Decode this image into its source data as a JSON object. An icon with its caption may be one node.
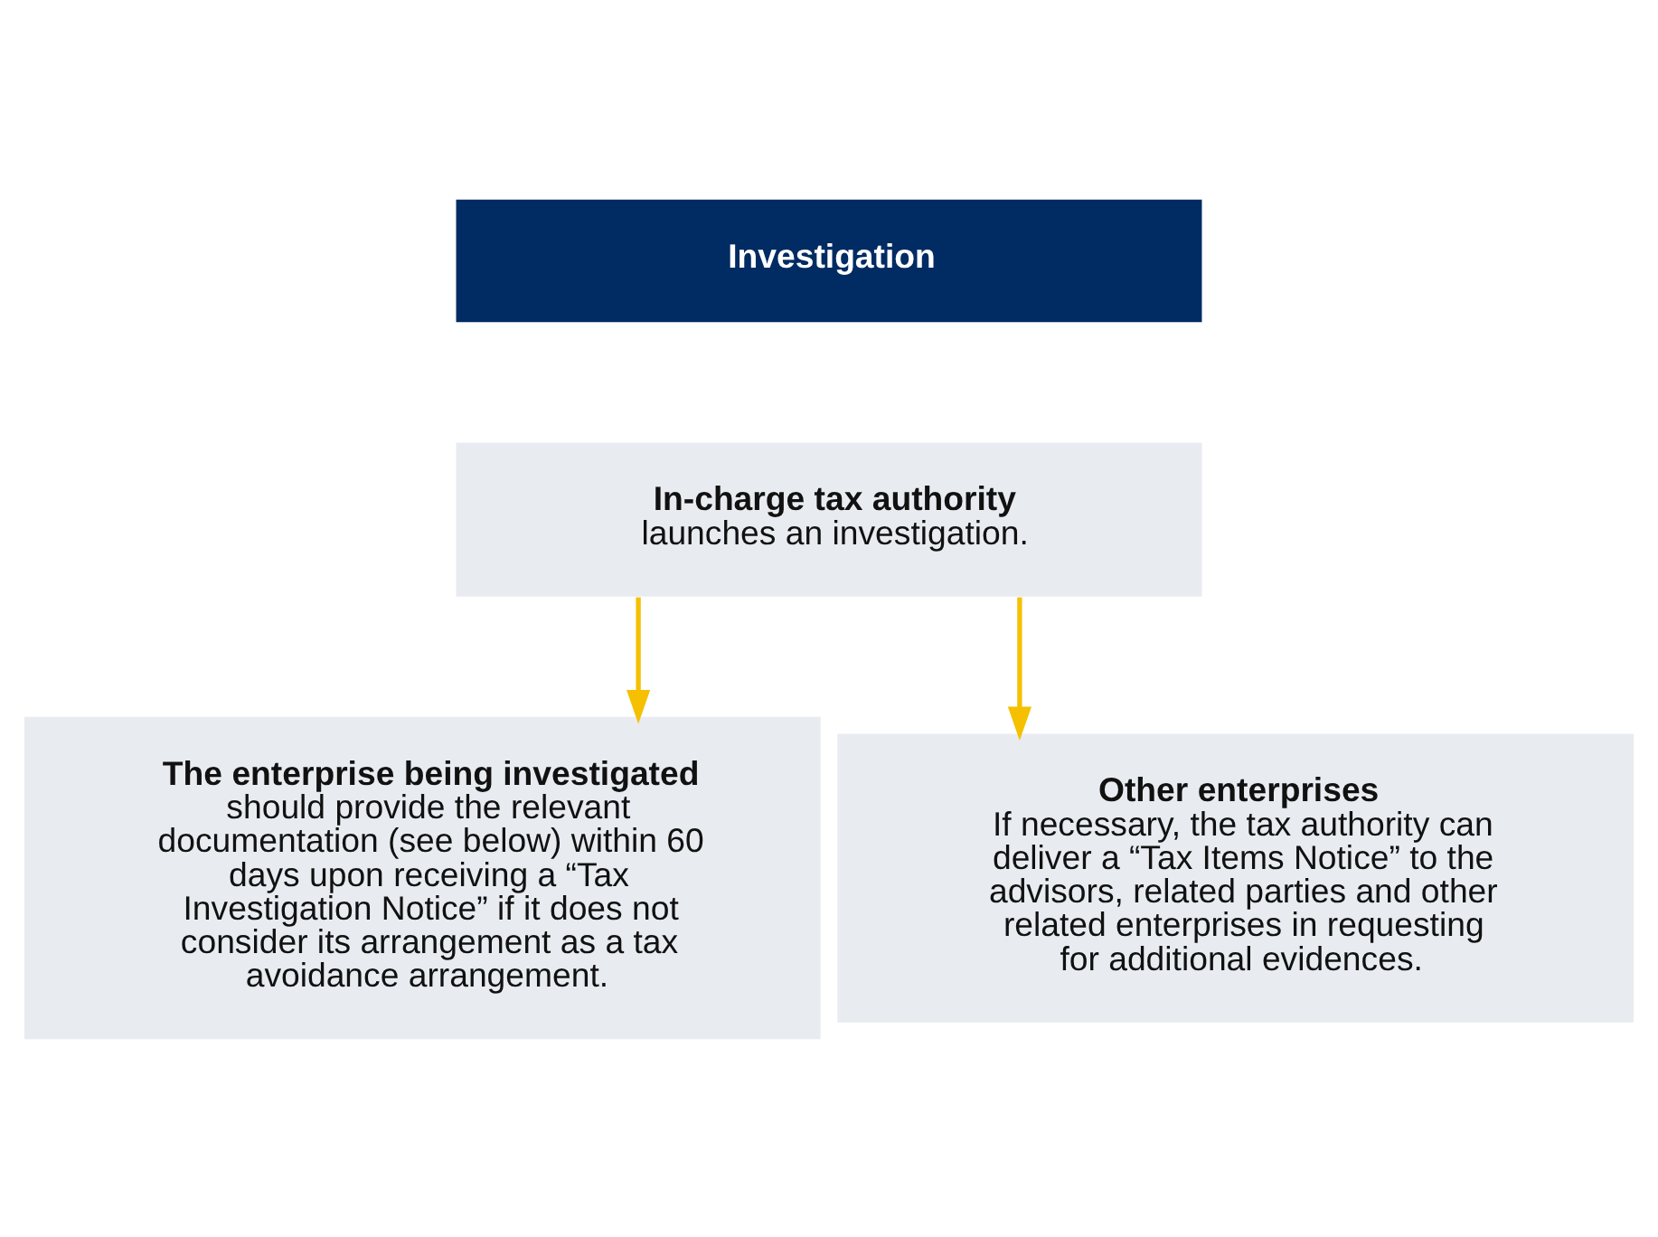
{
  "diagram": {
    "nodes": [
      {
        "text": [
          "Investigation"
        ]
      },
      {
        "text": [
          "In-charge tax authority",
          "launches an investigation."
        ]
      },
      {
        "text": [
          "The enterprise being investigated",
          "should provide the relevant documentation (see below) within 60 days upon receiving a “Tax Investigation Notice” if it does not consider its arrangement as a tax avoidance arrangement."
        ]
      },
      {
        "text": [
          "Other enterprises",
          "If necessary, the tax authority can deliver a “Tax Items Notice” to the advisors, related parties and other related enterprises in requesting for additional evidences."
        ]
      }
    ],
    "edges": [
      {
        "from": 1,
        "to": 2,
        "arrow": "to"
      },
      {
        "from": 1,
        "to": 3,
        "arrow": "to"
      }
    ]
  }
}
